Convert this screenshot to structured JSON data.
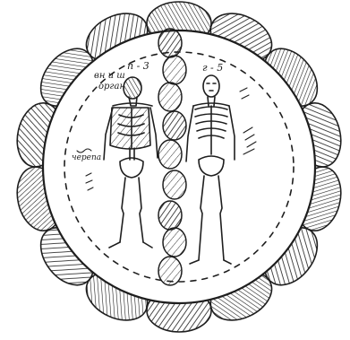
{
  "labels": {
    "left_figure_upper": "вн и ш",
    "left_figure_lower": "орган",
    "left_figure_number": "п - 3",
    "right_figure_number": "г - 5",
    "left_side_word": "черепа"
  },
  "colors": {
    "ink": "#1e1e1e",
    "paper": "#ffffff"
  }
}
